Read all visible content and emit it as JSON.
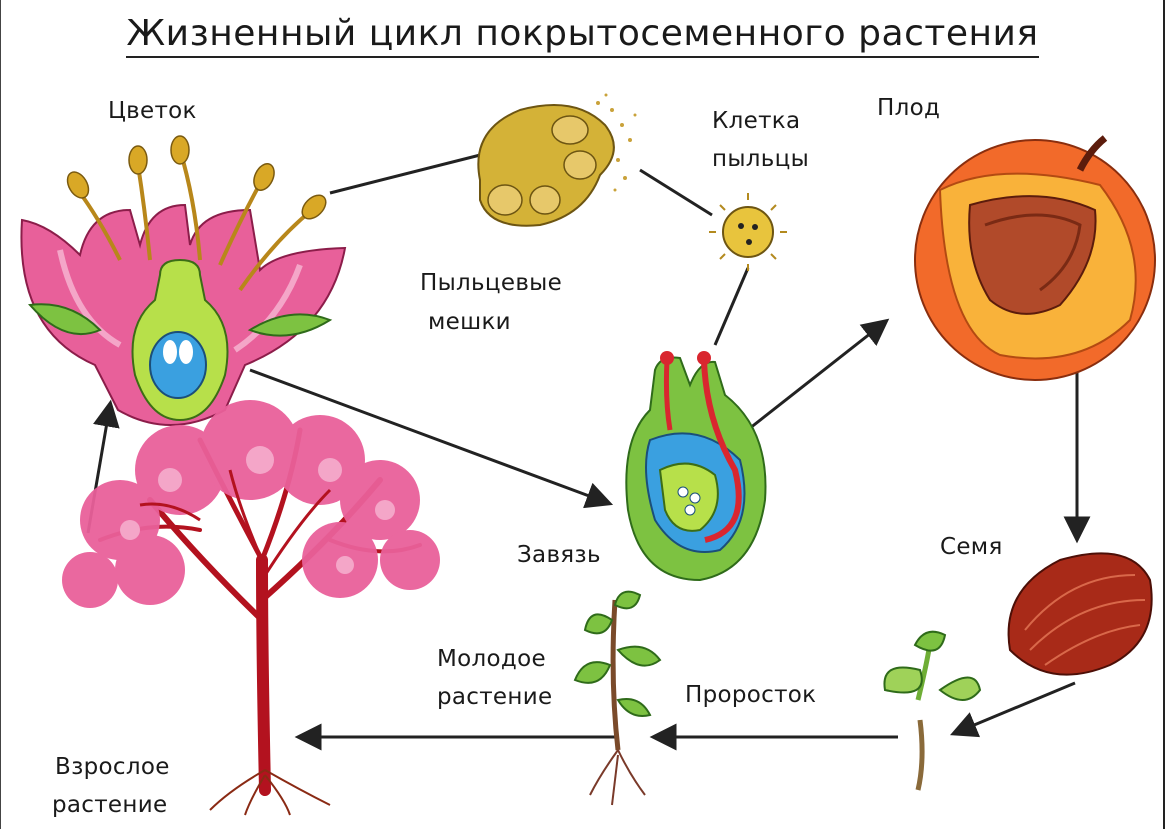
{
  "title": "Жизненный цикл покрытосеменного растения",
  "labels": {
    "flower": "Цветок",
    "pollen_sacs_1": "Пыльцевые",
    "pollen_sacs_2": "мешки",
    "pollen_cell_1": "Клетка",
    "pollen_cell_2": "пыльцы",
    "fruit": "Плод",
    "ovary": "Завязь",
    "seed": "Семя",
    "sprout": "Проросток",
    "young_plant_1": "Молодое",
    "young_plant_2": "растение",
    "adult_plant_1": "Взрослое",
    "adult_plant_2": "растение"
  },
  "colors": {
    "petal": "#e8609a",
    "petal_light": "#f4a6c8",
    "pistil": "#b7e04a",
    "stamen": "#d9a826",
    "ovule": "#3aa0e0",
    "leaf": "#7dc241",
    "fruit_skin": "#f26a2a",
    "fruit_flesh": "#f9b23a",
    "seed": "#a82a18",
    "trunk": "#b3121f",
    "blossom": "#e9609a",
    "arrow": "#222222"
  }
}
